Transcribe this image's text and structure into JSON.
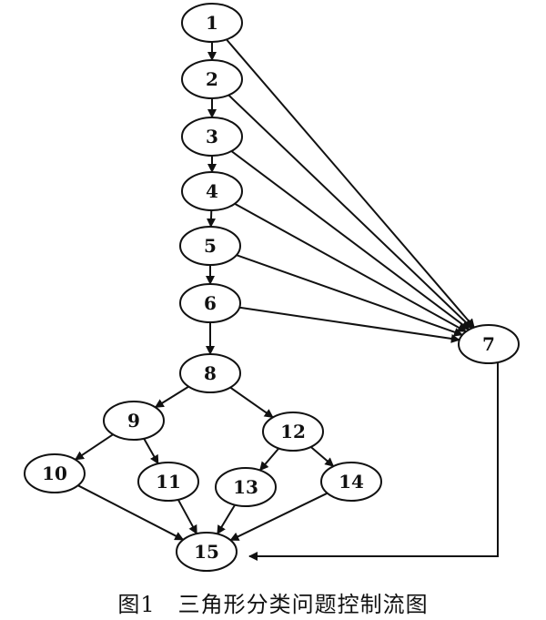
{
  "figure": {
    "caption": "图1　三角形分类问题控制流图"
  },
  "nodes": [
    {
      "id": "n1",
      "label": "1"
    },
    {
      "id": "n2",
      "label": "2"
    },
    {
      "id": "n3",
      "label": "3"
    },
    {
      "id": "n4",
      "label": "4"
    },
    {
      "id": "n5",
      "label": "5"
    },
    {
      "id": "n6",
      "label": "6"
    },
    {
      "id": "n7",
      "label": "7"
    },
    {
      "id": "n8",
      "label": "8"
    },
    {
      "id": "n9",
      "label": "9"
    },
    {
      "id": "n10",
      "label": "10"
    },
    {
      "id": "n11",
      "label": "11"
    },
    {
      "id": "n12",
      "label": "12"
    },
    {
      "id": "n13",
      "label": "13"
    },
    {
      "id": "n14",
      "label": "14"
    },
    {
      "id": "n15",
      "label": "15"
    }
  ],
  "edges": [
    {
      "from": "n1",
      "to": "n2"
    },
    {
      "from": "n2",
      "to": "n3"
    },
    {
      "from": "n3",
      "to": "n4"
    },
    {
      "from": "n4",
      "to": "n5"
    },
    {
      "from": "n5",
      "to": "n6"
    },
    {
      "from": "n6",
      "to": "n8"
    },
    {
      "from": "n1",
      "to": "n7"
    },
    {
      "from": "n2",
      "to": "n7"
    },
    {
      "from": "n3",
      "to": "n7"
    },
    {
      "from": "n4",
      "to": "n7"
    },
    {
      "from": "n5",
      "to": "n7"
    },
    {
      "from": "n6",
      "to": "n7"
    },
    {
      "from": "n8",
      "to": "n9"
    },
    {
      "from": "n8",
      "to": "n12"
    },
    {
      "from": "n9",
      "to": "n10"
    },
    {
      "from": "n9",
      "to": "n11"
    },
    {
      "from": "n12",
      "to": "n13"
    },
    {
      "from": "n12",
      "to": "n14"
    },
    {
      "from": "n10",
      "to": "n15"
    },
    {
      "from": "n11",
      "to": "n15"
    },
    {
      "from": "n13",
      "to": "n15"
    },
    {
      "from": "n14",
      "to": "n15"
    },
    {
      "from": "n7",
      "to": "n15"
    }
  ]
}
